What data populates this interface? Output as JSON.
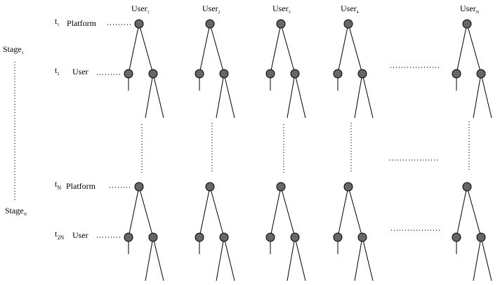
{
  "colors": {
    "node_fill": "#666666",
    "line": "#000000",
    "background": "#ffffff"
  },
  "users": [
    {
      "base": "User",
      "sub": "1"
    },
    {
      "base": "User",
      "sub": "2"
    },
    {
      "base": "User",
      "sub": "3"
    },
    {
      "base": "User",
      "sub": "4"
    },
    {
      "base": "User",
      "sub": "N"
    }
  ],
  "stages": [
    {
      "base": "Stage",
      "sub": "1"
    },
    {
      "base": "Stage",
      "sub": "N"
    }
  ],
  "time_labels": [
    {
      "base": "t",
      "sub": "1",
      "role": "Platform"
    },
    {
      "base": "t",
      "sub": "2",
      "role": "User"
    },
    {
      "base": "t",
      "sub": "N",
      "role": "Platform"
    },
    {
      "base": "t",
      "sub": "2N",
      "role": "User"
    }
  ]
}
